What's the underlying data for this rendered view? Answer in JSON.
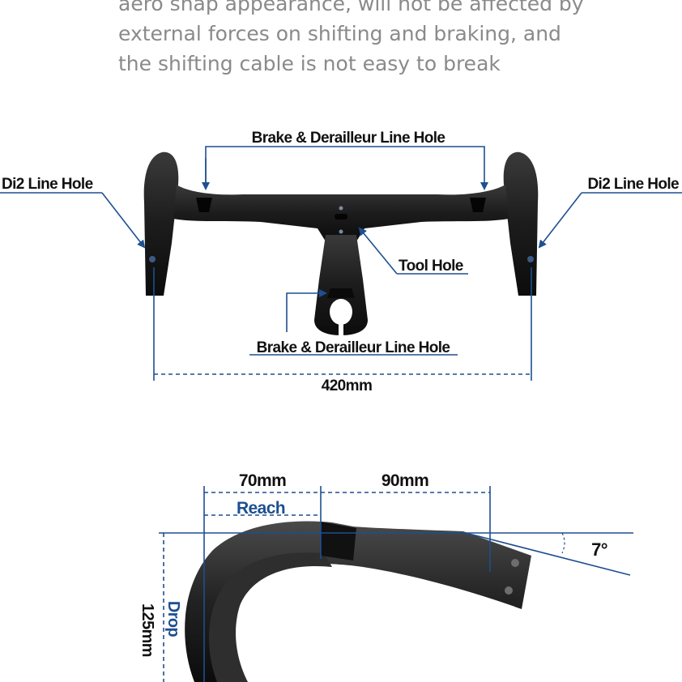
{
  "intro": {
    "lines": [
      "aero snap appearance, will not be affected by",
      "external forces on shifting and braking, and",
      "the shifting cable is not easy to break"
    ]
  },
  "top_diagram": {
    "label_brake_top": "Brake & Derailleur Line Hole",
    "label_di2_left": "Di2 Line Hole",
    "label_di2_right": "Di2 Line Hole",
    "label_tool": "Tool Hole",
    "label_brake_bottom": "Brake & Derailleur Line Hole",
    "width": "420mm"
  },
  "side_diagram": {
    "reach_front": "70mm",
    "reach_rear": "90mm",
    "reach_label": "Reach",
    "angle": "7°",
    "drop_value": "125mm",
    "drop_label": "Drop"
  },
  "colors": {
    "accent": "#1d4f91",
    "product": "#1a1a1a",
    "text": "#111111",
    "intro_text": "#8a8a8a"
  }
}
